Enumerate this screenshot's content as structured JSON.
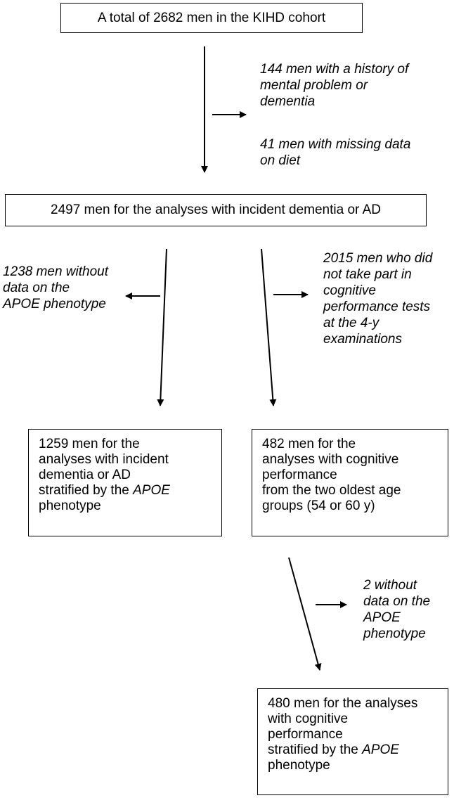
{
  "boxes": {
    "total": "A total of 2682 men in the KIHD cohort",
    "analyses": "2497 men for the analyses with incident dementia or AD",
    "apoe_strat": {
      "lines": [
        "1259 men for the",
        "analyses with incident",
        "dementia or AD",
        "stratified by the "
      ],
      "italic_term": "APOE",
      "last_line": "phenotype"
    },
    "cognitive": {
      "lines": [
        "482 men for the",
        "analyses with cognitive",
        "performance",
        "from the two oldest age",
        "groups (54 or 60 y)"
      ]
    },
    "final": {
      "lines": [
        "480 men for the analyses",
        "with cognitive",
        "performance",
        "stratified by the "
      ],
      "italic_term": "APOE",
      "last_line": "phenotype"
    }
  },
  "exclusions": {
    "top": {
      "lines": [
        "144 men with a history of",
        "mental problem or",
        "dementia"
      ]
    },
    "top_missing_diet": {
      "lines": [
        "41 men with missing data",
        "on diet"
      ]
    },
    "left": {
      "lines": [
        "1238 men without",
        "data on the",
        "APOE phenotype"
      ]
    },
    "right": {
      "lines": [
        "2015 men who did",
        "not take part in",
        "cognitive",
        "performance tests",
        "at the 4-y",
        "examinations"
      ]
    },
    "bottom": {
      "lines": [
        "2 without",
        "data on the",
        "APOE",
        "phenotype"
      ]
    }
  }
}
